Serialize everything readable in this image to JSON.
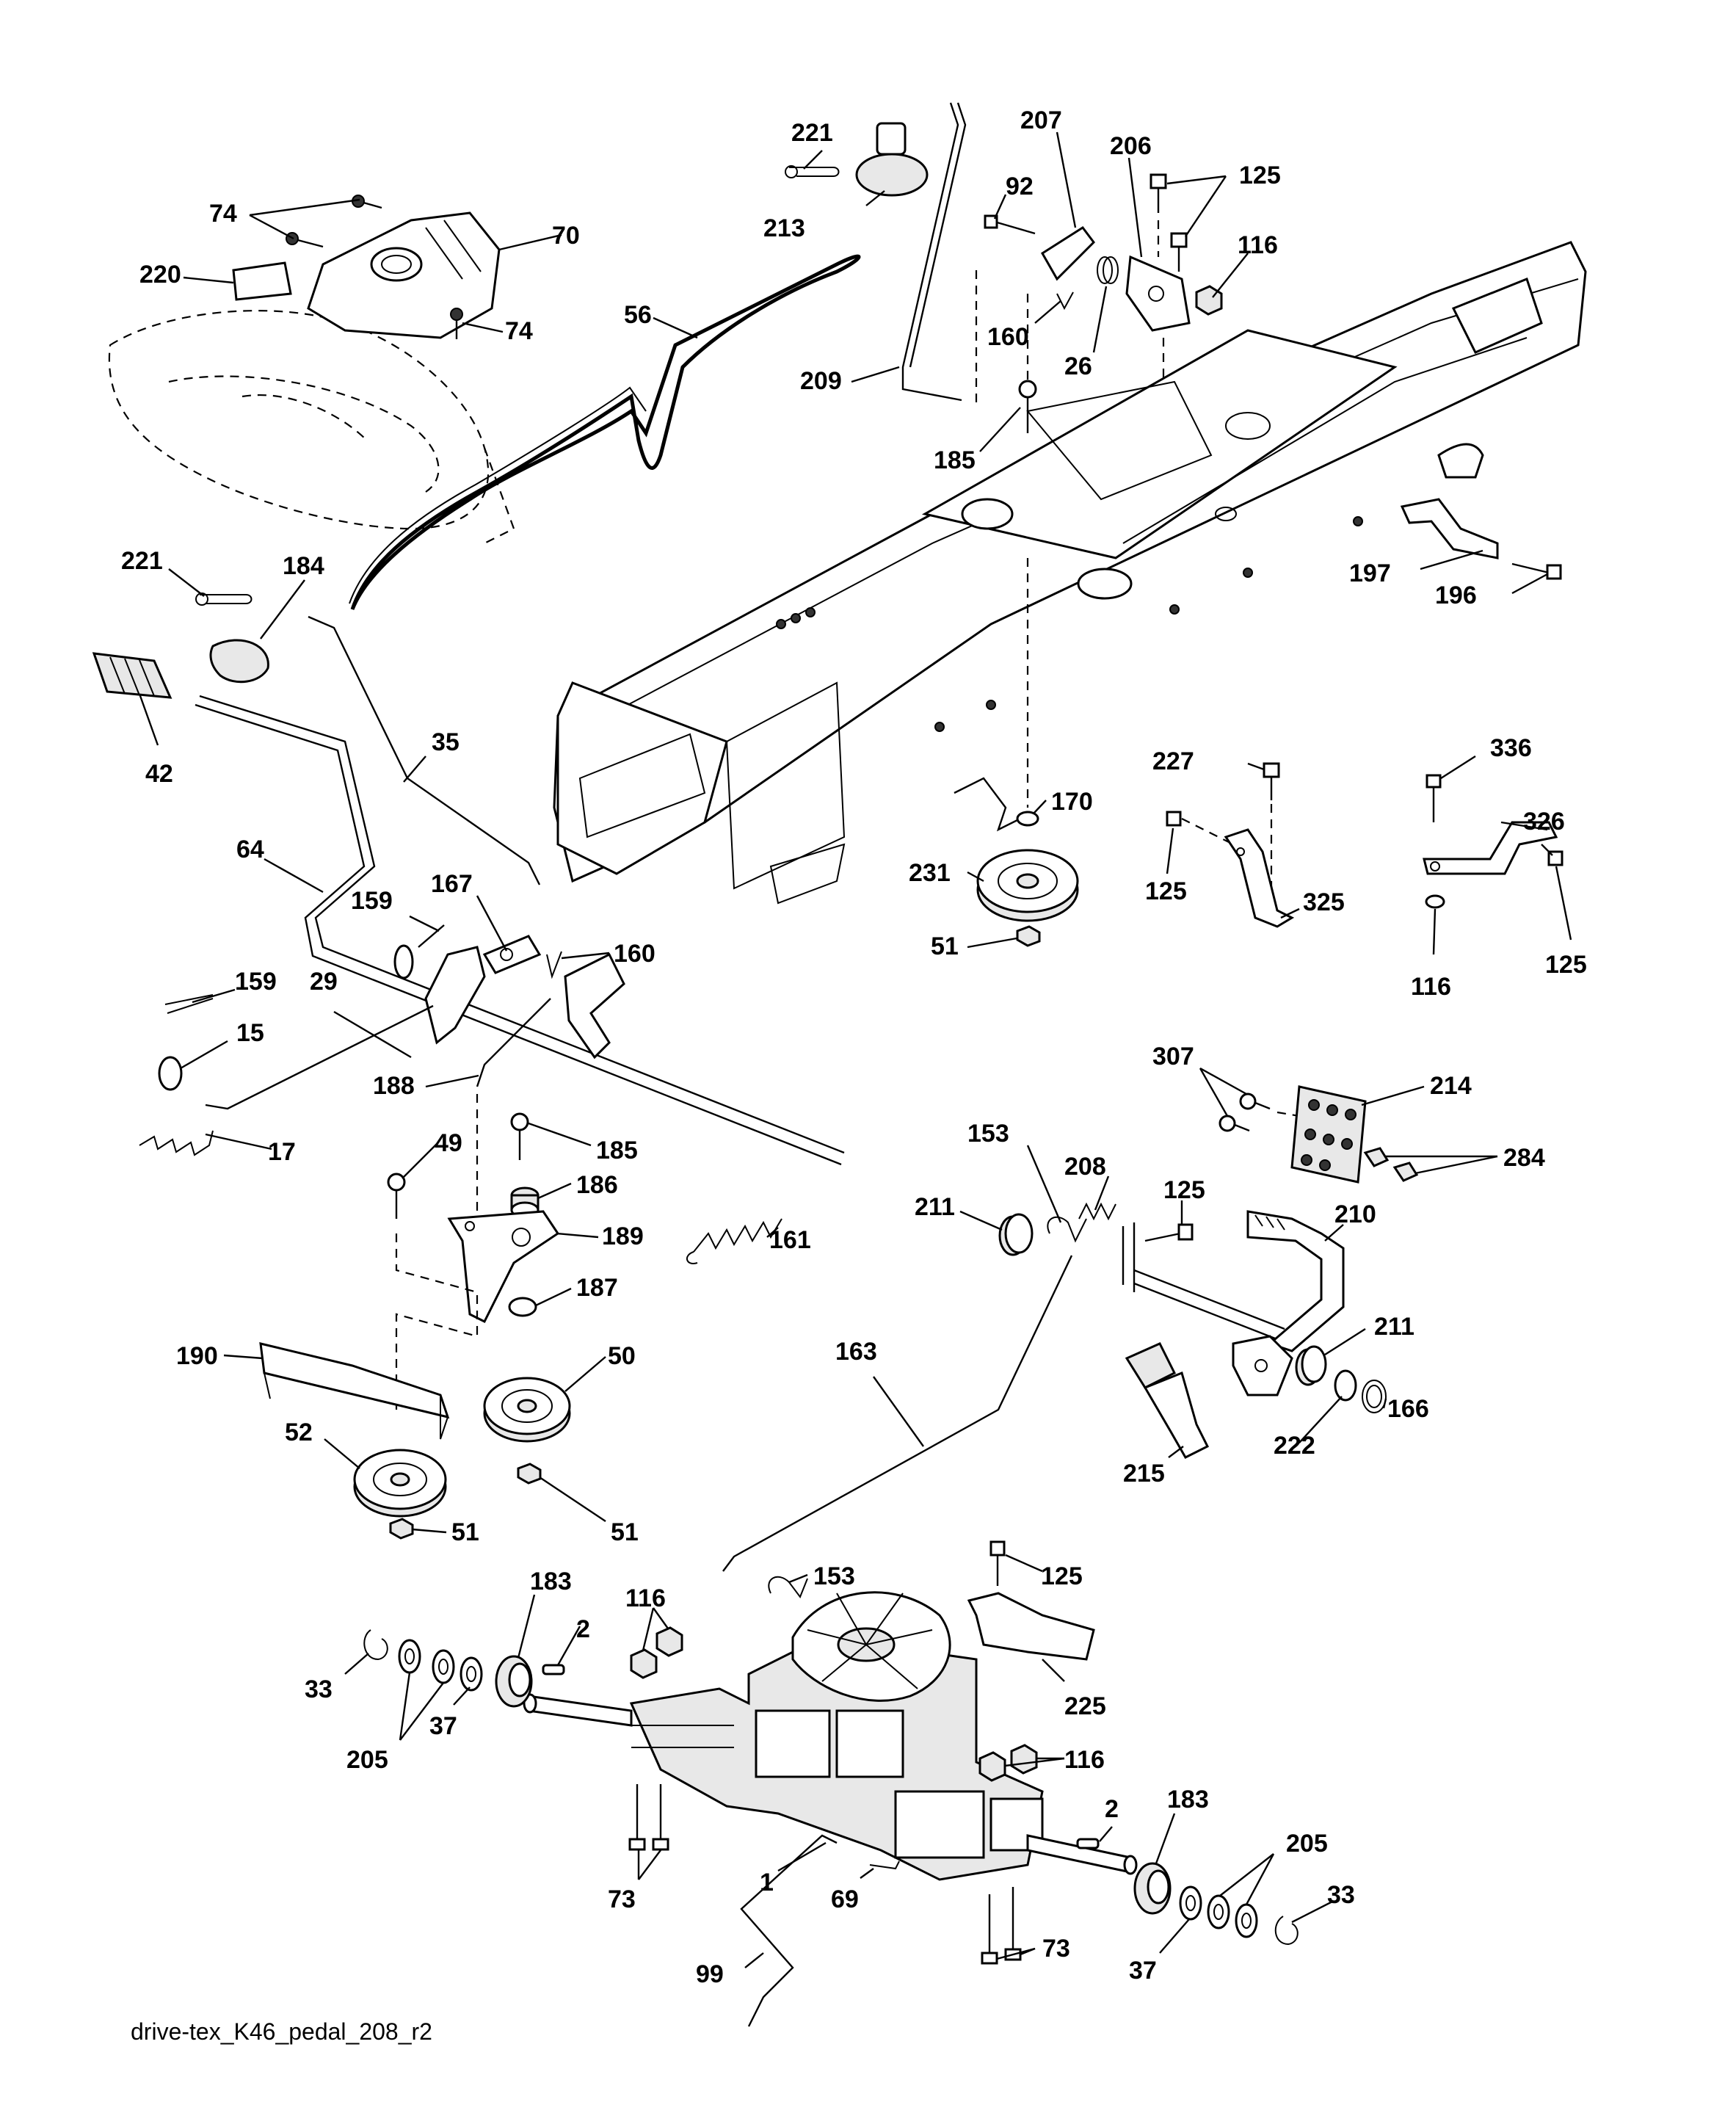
{
  "caption": "drive-tex_K46_pedal_208_r2",
  "labels": [
    {
      "id": "l-221a",
      "text": "221"
    },
    {
      "id": "l-213",
      "text": "213"
    },
    {
      "id": "l-207",
      "text": "207"
    },
    {
      "id": "l-206",
      "text": "206"
    },
    {
      "id": "l-125a",
      "text": "125"
    },
    {
      "id": "l-92",
      "text": "92"
    },
    {
      "id": "l-116a",
      "text": "116"
    },
    {
      "id": "l-160a",
      "text": "160"
    },
    {
      "id": "l-26",
      "text": "26"
    },
    {
      "id": "l-74a",
      "text": "74"
    },
    {
      "id": "l-70",
      "text": "70"
    },
    {
      "id": "l-220",
      "text": "220"
    },
    {
      "id": "l-74b",
      "text": "74"
    },
    {
      "id": "l-56",
      "text": "56"
    },
    {
      "id": "l-209",
      "text": "209"
    },
    {
      "id": "l-185a",
      "text": "185"
    },
    {
      "id": "l-197",
      "text": "197"
    },
    {
      "id": "l-196",
      "text": "196"
    },
    {
      "id": "l-221b",
      "text": "221"
    },
    {
      "id": "l-184",
      "text": "184"
    },
    {
      "id": "l-42",
      "text": "42"
    },
    {
      "id": "l-35",
      "text": "35"
    },
    {
      "id": "l-64",
      "text": "64"
    },
    {
      "id": "l-167",
      "text": "167"
    },
    {
      "id": "l-159a",
      "text": "159"
    },
    {
      "id": "l-160b",
      "text": "160"
    },
    {
      "id": "l-159b",
      "text": "159"
    },
    {
      "id": "l-29",
      "text": "29"
    },
    {
      "id": "l-15",
      "text": "15"
    },
    {
      "id": "l-188",
      "text": "188"
    },
    {
      "id": "l-17",
      "text": "17"
    },
    {
      "id": "l-170",
      "text": "170"
    },
    {
      "id": "l-231",
      "text": "231"
    },
    {
      "id": "l-51a",
      "text": "51"
    },
    {
      "id": "l-227",
      "text": "227"
    },
    {
      "id": "l-125b",
      "text": "125"
    },
    {
      "id": "l-325",
      "text": "325"
    },
    {
      "id": "l-336",
      "text": "336"
    },
    {
      "id": "l-326",
      "text": "326"
    },
    {
      "id": "l-116b",
      "text": "116"
    },
    {
      "id": "l-125c",
      "text": "125"
    },
    {
      "id": "l-307",
      "text": "307"
    },
    {
      "id": "l-214",
      "text": "214"
    },
    {
      "id": "l-284",
      "text": "284"
    },
    {
      "id": "l-49",
      "text": "49"
    },
    {
      "id": "l-185b",
      "text": "185"
    },
    {
      "id": "l-186",
      "text": "186"
    },
    {
      "id": "l-189",
      "text": "189"
    },
    {
      "id": "l-161",
      "text": "161"
    },
    {
      "id": "l-187",
      "text": "187"
    },
    {
      "id": "l-190",
      "text": "190"
    },
    {
      "id": "l-50",
      "text": "50"
    },
    {
      "id": "l-52",
      "text": "52"
    },
    {
      "id": "l-51b",
      "text": "51"
    },
    {
      "id": "l-51c",
      "text": "51"
    },
    {
      "id": "l-153a",
      "text": "153"
    },
    {
      "id": "l-208",
      "text": "208"
    },
    {
      "id": "l-211a",
      "text": "211"
    },
    {
      "id": "l-125d",
      "text": "125"
    },
    {
      "id": "l-210",
      "text": "210"
    },
    {
      "id": "l-163",
      "text": "163"
    },
    {
      "id": "l-211b",
      "text": "211"
    },
    {
      "id": "l-166",
      "text": "166"
    },
    {
      "id": "l-222",
      "text": "222"
    },
    {
      "id": "l-215",
      "text": "215"
    },
    {
      "id": "l-183a",
      "text": "183"
    },
    {
      "id": "l-116c",
      "text": "116"
    },
    {
      "id": "l-153b",
      "text": "153"
    },
    {
      "id": "l-125e",
      "text": "125"
    },
    {
      "id": "l-2a",
      "text": "2"
    },
    {
      "id": "l-33a",
      "text": "33"
    },
    {
      "id": "l-37a",
      "text": "37"
    },
    {
      "id": "l-205a",
      "text": "205"
    },
    {
      "id": "l-225",
      "text": "225"
    },
    {
      "id": "l-116d",
      "text": "116"
    },
    {
      "id": "l-183b",
      "text": "183"
    },
    {
      "id": "l-2b",
      "text": "2"
    },
    {
      "id": "l-205b",
      "text": "205"
    },
    {
      "id": "l-33b",
      "text": "33"
    },
    {
      "id": "l-1",
      "text": "1"
    },
    {
      "id": "l-69",
      "text": "69"
    },
    {
      "id": "l-73a",
      "text": "73"
    },
    {
      "id": "l-99",
      "text": "99"
    },
    {
      "id": "l-73b",
      "text": "73"
    },
    {
      "id": "l-37b",
      "text": "37"
    }
  ]
}
